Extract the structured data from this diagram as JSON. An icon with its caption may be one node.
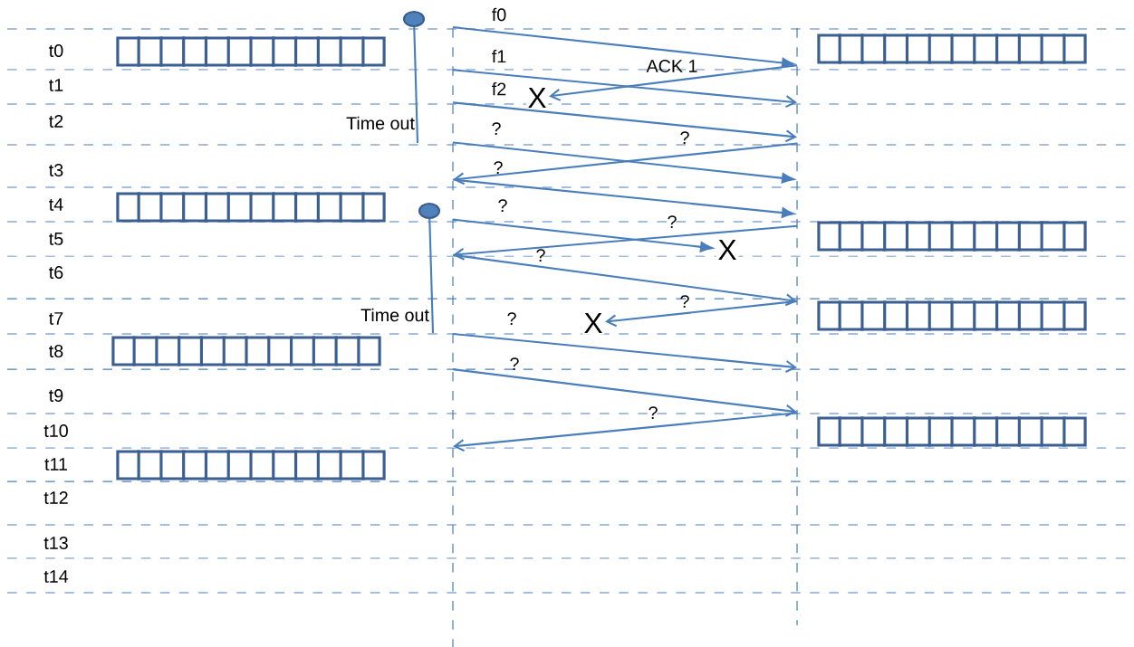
{
  "diagram": {
    "nodes": [
      {
        "text": [],
        "shape": "circle"
      },
      {
        "text": [],
        "shape": "box"
      },
      {
        "text": [],
        "shape": "box"
      },
      {
        "text": [
          "X"
        ]
      },
      {
        "text": [],
        "shape": "box"
      },
      {
        "text": [],
        "shape": "circle"
      },
      {
        "text": [],
        "shape": "box"
      },
      {
        "text": [
          "X"
        ]
      },
      {
        "text": [],
        "shape": "box"
      },
      {
        "text": [
          "X"
        ]
      },
      {
        "text": [],
        "shape": "box"
      },
      {
        "text": [],
        "shape": "box"
      },
      {
        "text": [],
        "shape": "box"
      },
      {
        "text": [],
        "shape": "bar"
      },
      {
        "text": [],
        "shape": "bar"
      }
    ],
    "edges": [
      {
        "from": 0,
        "to": null,
        "arrow": "none"
      },
      {
        "from": 13,
        "to": 14,
        "arrow": "to",
        "label": "f0"
      },
      {
        "from": 13,
        "to": 14,
        "arrow": "to",
        "label": "f1"
      },
      {
        "from": 14,
        "to": 3,
        "arrow": "to",
        "label": "ACK 1"
      },
      {
        "from": 13,
        "to": 14,
        "arrow": "to",
        "label": "f2"
      },
      {
        "from": 13,
        "to": 14,
        "arrow": "to"
      },
      {
        "from": 14,
        "to": 13,
        "arrow": "to"
      },
      {
        "from": 13,
        "to": 14,
        "arrow": "to"
      },
      {
        "from": 5,
        "to": null,
        "arrow": "none"
      },
      {
        "from": 13,
        "to": 7,
        "arrow": "to"
      },
      {
        "from": 14,
        "to": 13,
        "arrow": "to"
      },
      {
        "from": 13,
        "to": 14,
        "arrow": "to"
      },
      {
        "from": 14,
        "to": 9,
        "arrow": "to"
      },
      {
        "from": 13,
        "to": 14,
        "arrow": "to"
      },
      {
        "from": 13,
        "to": 14,
        "arrow": "to"
      },
      {
        "from": 14,
        "to": 13,
        "arrow": "to"
      }
    ],
    "labels": [
      "t0",
      "t1",
      "t2",
      "Time out",
      "?",
      "?",
      "?",
      "t3",
      "t4",
      "?",
      "?",
      "t5",
      "?",
      "t6",
      "?",
      "Time out",
      "t7",
      "?",
      "t8",
      "?",
      "t9",
      "?",
      "t10",
      "t11",
      "t12",
      "t13",
      "t14"
    ]
  }
}
